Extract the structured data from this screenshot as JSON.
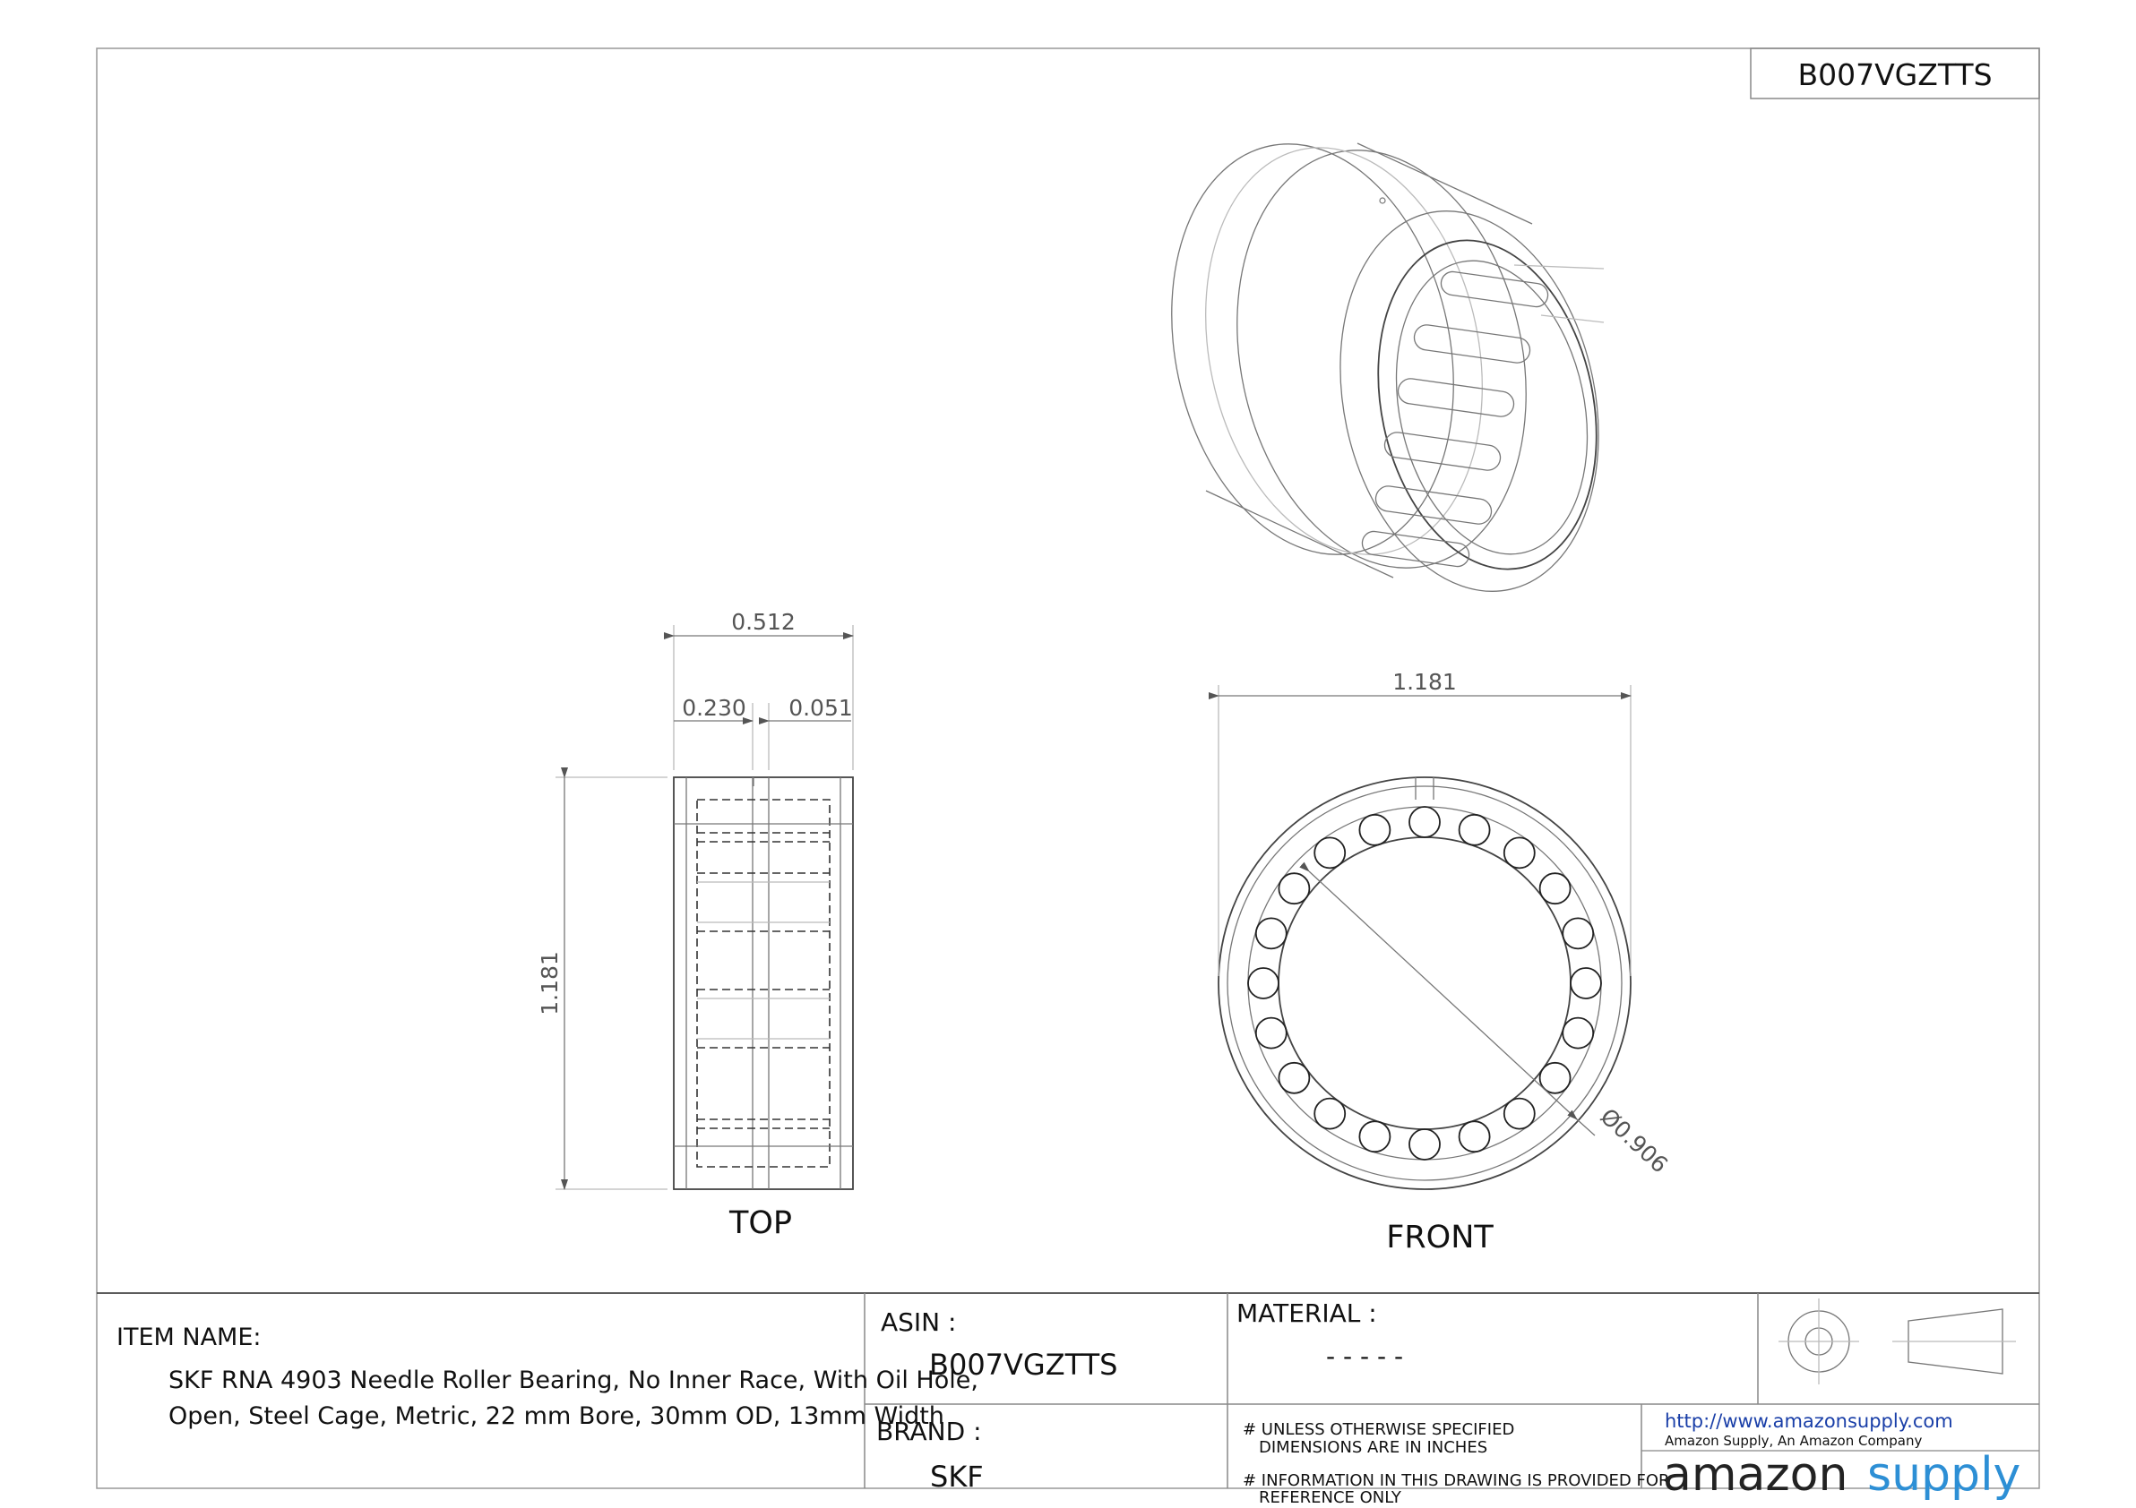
{
  "header": {
    "asin_box": "B007VGZTTS"
  },
  "dimensions": {
    "top_width": "0.512",
    "top_left_seg": "0.230",
    "top_right_seg": "0.051",
    "top_height": "1.181",
    "front_width": "1.181",
    "front_bore": "Ø0.906"
  },
  "views": {
    "top_label": "TOP",
    "front_label": "FRONT"
  },
  "title_block": {
    "item_name_label": "ITEM NAME:",
    "item_name_line1": "SKF RNA 4903 Needle Roller Bearing, No Inner Race, With Oil Hole,",
    "item_name_line2": "Open, Steel Cage, Metric, 22 mm Bore, 30mm OD, 13mm Width",
    "asin_label": "ASIN :",
    "asin_value": "B007VGZTTS",
    "brand_label": "BRAND :",
    "brand_value": "SKF",
    "material_label": "MATERIAL :",
    "material_value": "- - - - -",
    "note1_line1": "# UNLESS OTHERWISE SPECIFIED",
    "note1_line2": "DIMENSIONS ARE IN INCHES",
    "note2_line1": "# INFORMATION IN THIS DRAWING IS PROVIDED FOR",
    "note2_line2": "REFERENCE ONLY",
    "url": "http://www.amazonsupply.com",
    "company": "Amazon Supply, An Amazon Company",
    "logo_amazon": "amazon",
    "logo_supply": "supply"
  },
  "colors": {
    "url_blue": "#1a3fa8",
    "logo_blue": "#2d8fd5",
    "logo_dark": "#222222",
    "smile": "#f39a1e"
  }
}
